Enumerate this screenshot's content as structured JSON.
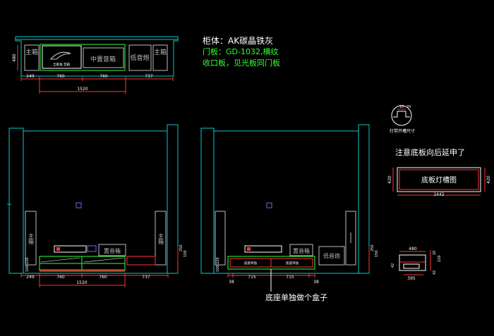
{
  "colors": {
    "background": "#000000",
    "wall": "#00cccc",
    "cabinet": "#bbbbbb",
    "door": "#ffffff",
    "green": "#33ff33",
    "red": "#ff3333",
    "dim": "#ff3333",
    "dim_text": "#ffffff",
    "blue": "#6666ff"
  },
  "notes": {
    "material_line": "柜体：AK碳晶铁灰",
    "door_line": "门板：GD-1032,横纹",
    "trim_line": "收口板，见光板同门板",
    "base_extend": "注意底板向后延申了",
    "base_box": "底座单独做个盒子"
  },
  "plan_view": {
    "side_box_left": "主箱",
    "panel_logo_text": "全家福 音箱",
    "center_box": "中置音箱",
    "speaker_box": "低音炮",
    "side_box_right": "主箱",
    "height_dim": "480",
    "dims": [
      "249",
      "760",
      "760",
      "737"
    ],
    "total_dim": "1520"
  },
  "elevation_left": {
    "main_box_left": "主箱",
    "main_box_right": "主箱",
    "center_box": "置音箱",
    "dims": [
      "249",
      "760",
      "760",
      "737"
    ],
    "total_dim": "1520",
    "height_dims": [
      "250",
      "150",
      "220",
      "100"
    ]
  },
  "elevation_right": {
    "base_label": "底座单独",
    "speaker_box": "低音炮",
    "center_box": "置音箱",
    "dims": [
      "38",
      "715",
      "715",
      "38"
    ],
    "height_dims": [
      "250",
      "150",
      "220",
      "100"
    ]
  },
  "detail": {
    "groove_title": "灯带开槽尺寸",
    "groove_dims": [
      "10",
      "20"
    ],
    "base_groove_title": "底板灯槽图",
    "base_groove_width": "1442",
    "base_groove_height": "420",
    "base_groove_height_right": "420",
    "section_top": "480",
    "section_bottom": "395",
    "section_side": [
      "20",
      "220",
      "42"
    ],
    "section_left": "42"
  }
}
